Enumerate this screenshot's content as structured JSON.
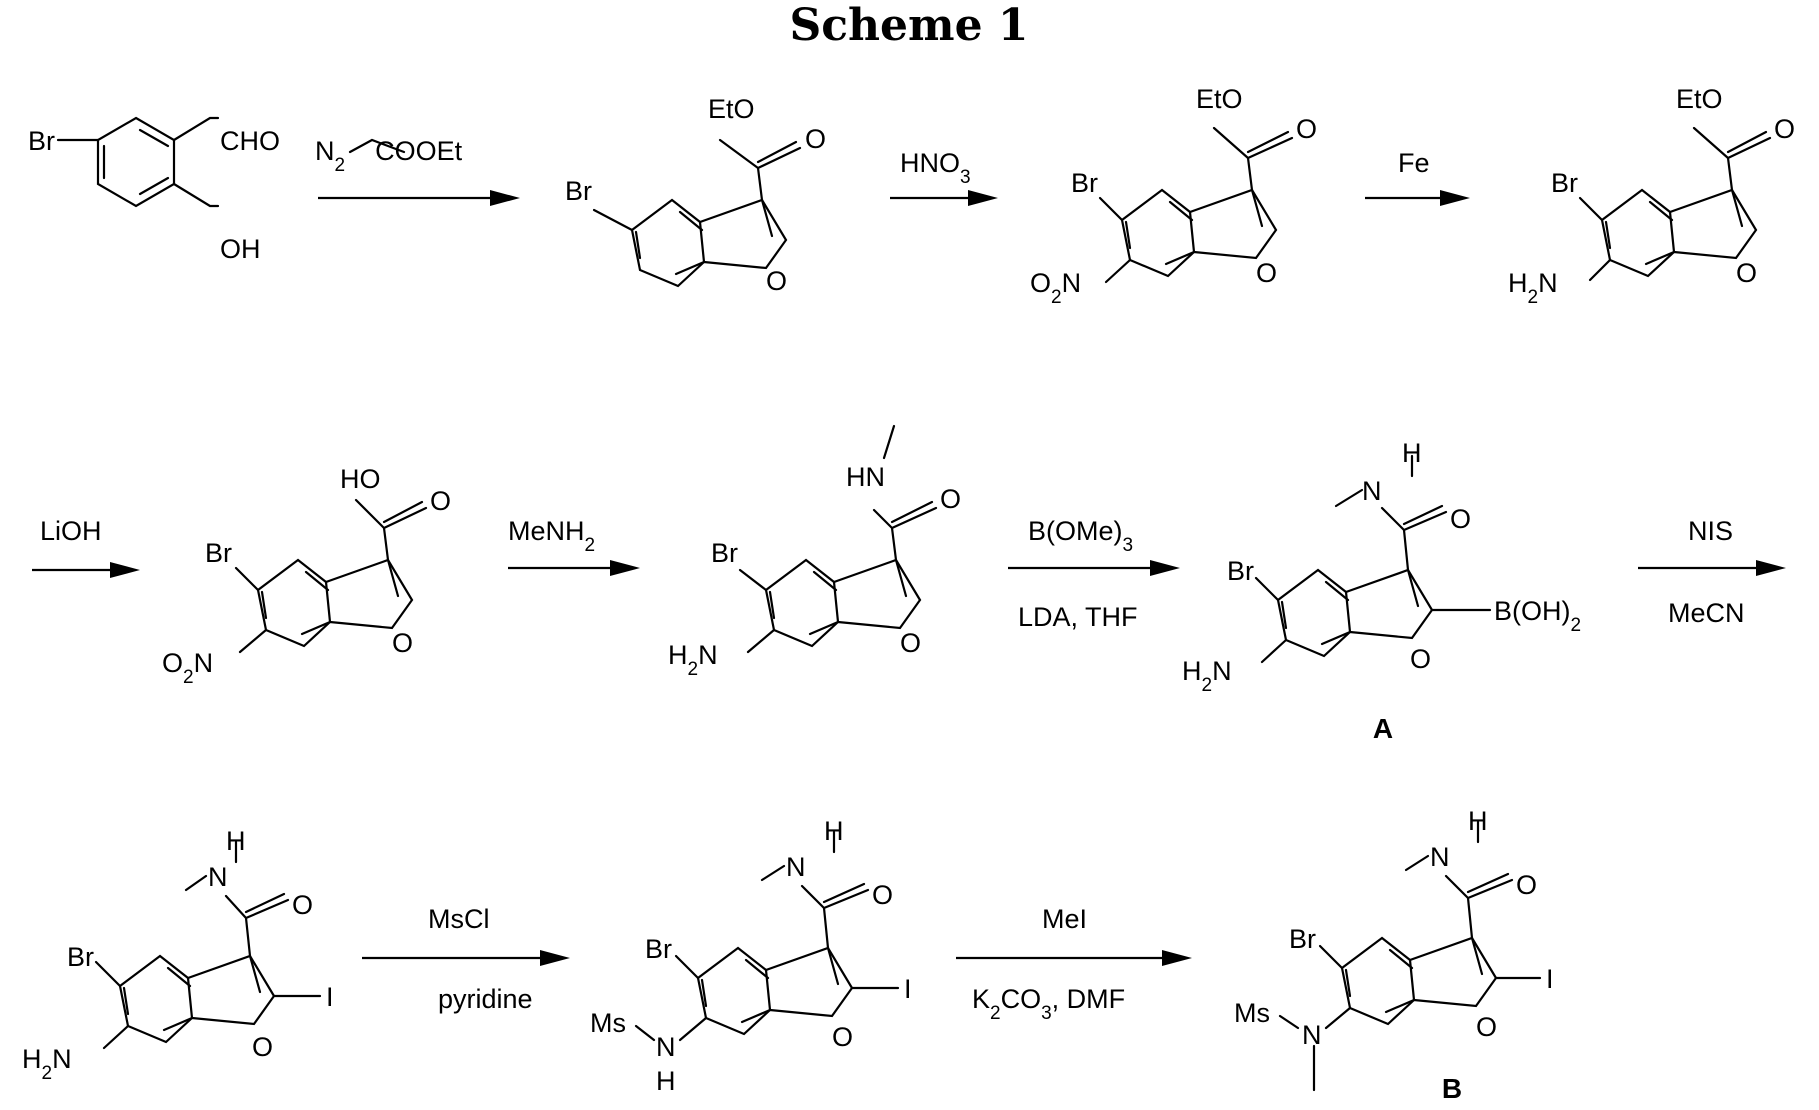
{
  "title": "Scheme 1",
  "atoms": {
    "br": "Br",
    "cho": "CHO",
    "oh": "OH",
    "o": "O",
    "eto": "EtO",
    "ho": "HO",
    "hn": "HN",
    "h": "H",
    "n": "N",
    "i": "I",
    "ms": "Ms",
    "o2n": {
      "a": "O",
      "sub": "2",
      "b": "N"
    },
    "h2n": {
      "a": "H",
      "sub": "2",
      "b": "N"
    },
    "boh2": {
      "a": "B(OH)",
      "sub": "2"
    }
  },
  "reagents": {
    "r1": {
      "a": "N",
      "sub": "2",
      "b": "COOEt"
    },
    "r2": {
      "a": "HNO",
      "sub": "3"
    },
    "r3": "Fe",
    "r4": "LiOH",
    "r5": {
      "a": "MeNH",
      "sub": "2"
    },
    "r6_top": {
      "a": "B(OMe)",
      "sub": "3"
    },
    "r6_bottom": "LDA, THF",
    "r7_top": "NIS",
    "r7_bottom": "MeCN",
    "r8_top": "MsCl",
    "r8_bottom": "pyridine",
    "r9_top": "MeI",
    "r9_bottom": {
      "a": "K",
      "sub1": "2",
      "b": "CO",
      "sub2": "3",
      "c": ", DMF"
    }
  },
  "labels": {
    "a": "A",
    "b": "B"
  }
}
